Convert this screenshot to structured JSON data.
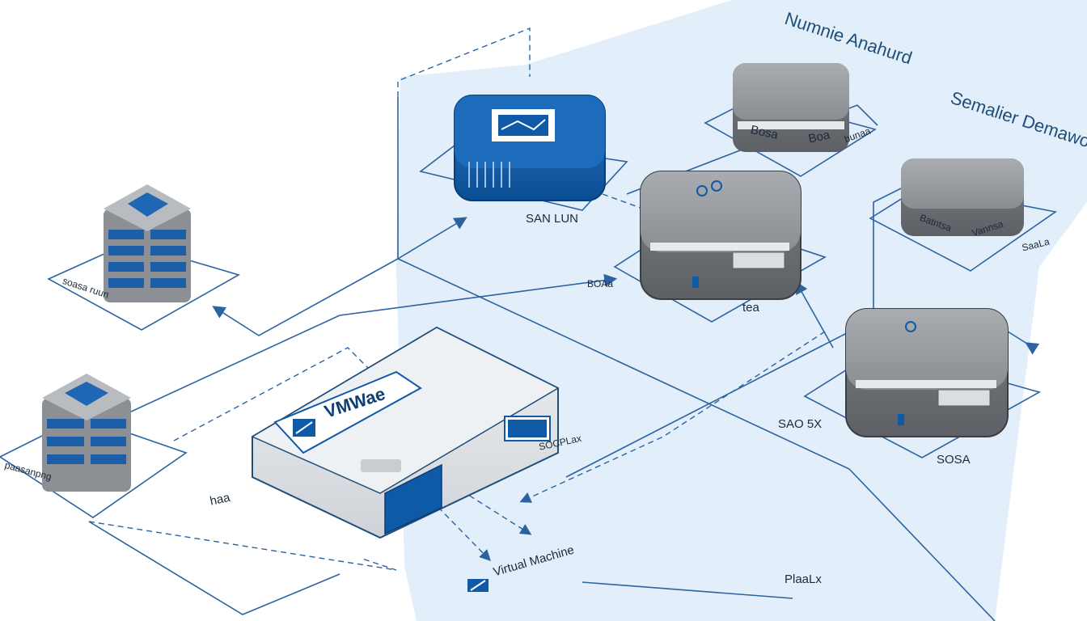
{
  "colors": {
    "accent": "#0f5aa6",
    "line": "#2b63a0",
    "region": "#e3eefb",
    "device_gray": "#8a8d91"
  },
  "region_titles": {
    "top_right": "Numnie Anahurd",
    "right": "Semalier Demaworks"
  },
  "nodes": {
    "san_lun": {
      "label": "SAN LUN",
      "icon": "storage-array-icon"
    },
    "rack_server_1": {
      "label": "soasa ruun",
      "icon": "server-rack-icon"
    },
    "rack_server_2": {
      "label": "paasanpng",
      "icon": "server-rack-icon"
    },
    "vmware_host": {
      "label": "VMWae",
      "port_label": "SOCPLax",
      "icon": "vmware-logo-icon"
    },
    "top_appliance": {
      "labels": [
        "Bosa",
        "Boa"
      ],
      "tag": "bunaa",
      "icon": "appliance-icon"
    },
    "side_appliance": {
      "labels": [
        "Batntsa",
        "Vannsa"
      ],
      "tag": "SaaLa",
      "icon": "appliance-icon"
    },
    "router_center": {
      "label": "tea",
      "icon": "router-icon"
    },
    "router_right": {
      "labels": [
        "SAO 5X",
        "SOSA"
      ],
      "icon": "router-icon"
    },
    "virtual_machine": {
      "label": "Virtual Machine",
      "icon": "vm-icon"
    }
  },
  "edge_labels": [
    "BOAa",
    "haa",
    "PlaaLx"
  ]
}
